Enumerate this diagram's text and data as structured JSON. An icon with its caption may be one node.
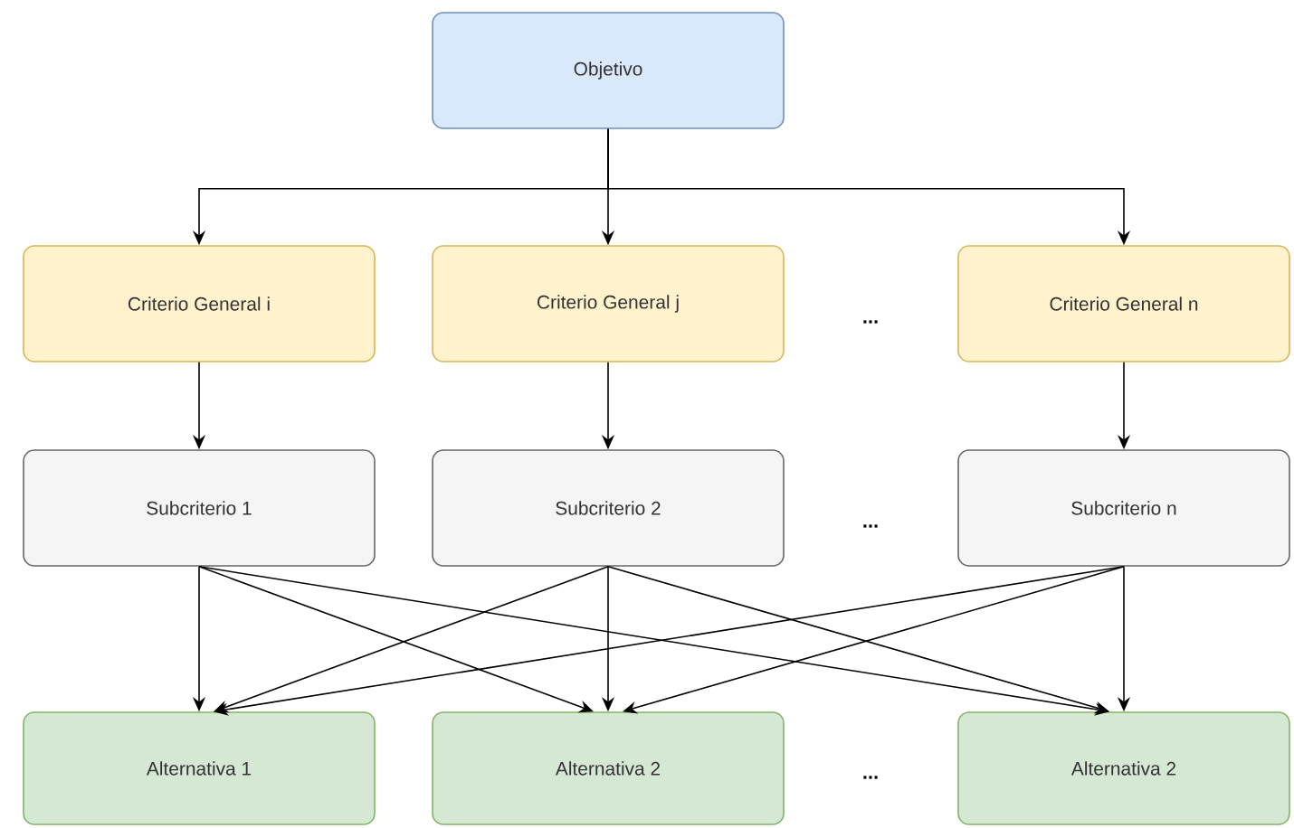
{
  "diagram": {
    "nodes": [
      {
        "text": [
          "Objetivo"
        ]
      },
      {
        "text": [
          "Criterio General i"
        ]
      },
      {
        "text": [
          "Criterio General j"
        ]
      },
      {
        "text": [
          "Criterio General n"
        ]
      },
      {
        "text": [
          "Subcriterio 1"
        ]
      },
      {
        "text": [
          "Subcriterio 2"
        ]
      },
      {
        "text": [
          "Subcriterio n"
        ]
      },
      {
        "text": [
          "Alternativa 1"
        ]
      },
      {
        "text": [
          "Alternativa 2"
        ]
      },
      {
        "text": [
          "Alternativa 2"
        ]
      }
    ],
    "edges": [
      {
        "from": 0,
        "to": 1,
        "arrow": "to"
      },
      {
        "from": 0,
        "to": 2,
        "arrow": "to"
      },
      {
        "from": 0,
        "to": 3,
        "arrow": "to"
      },
      {
        "from": 1,
        "to": 4,
        "arrow": "to"
      },
      {
        "from": 2,
        "to": 5,
        "arrow": "to"
      },
      {
        "from": 3,
        "to": 6,
        "arrow": "to"
      },
      {
        "from": 4,
        "to": 7,
        "arrow": "to"
      },
      {
        "from": 4,
        "to": 8,
        "arrow": "to"
      },
      {
        "from": 4,
        "to": 9,
        "arrow": "to"
      },
      {
        "from": 5,
        "to": 7,
        "arrow": "to"
      },
      {
        "from": 5,
        "to": 8,
        "arrow": "to"
      },
      {
        "from": 5,
        "to": 9,
        "arrow": "to"
      },
      {
        "from": 6,
        "to": 7,
        "arrow": "to"
      },
      {
        "from": 6,
        "to": 8,
        "arrow": "to"
      },
      {
        "from": 6,
        "to": 9,
        "arrow": "to"
      }
    ],
    "labels": [
      "...",
      "...",
      "..."
    ]
  }
}
